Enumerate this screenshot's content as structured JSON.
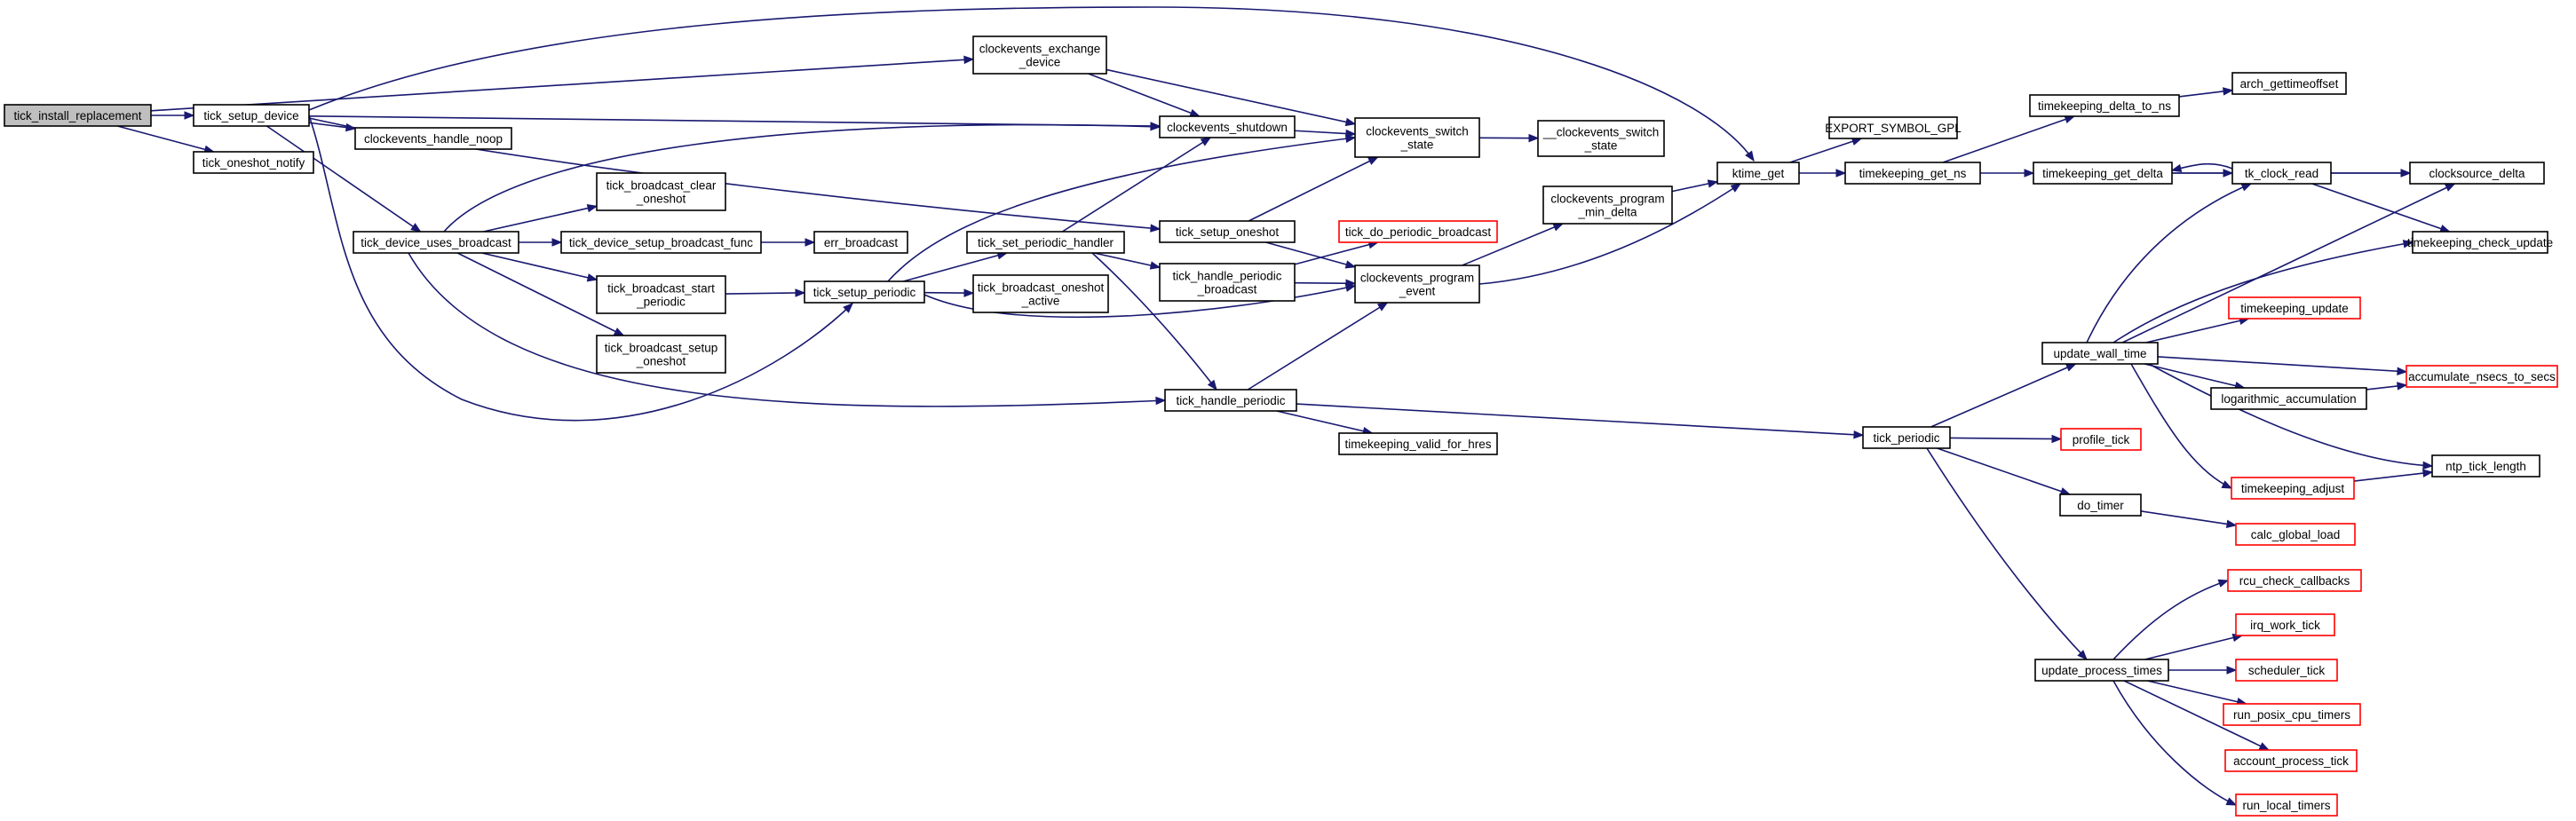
{
  "graph": {
    "title": "",
    "nodes": [
      {
        "id": "root",
        "lines": [
          "tick_install_replacement"
        ],
        "style": "root"
      },
      {
        "id": "tsd",
        "lines": [
          "tick_setup_device"
        ],
        "style": "normal"
      },
      {
        "id": "ton",
        "lines": [
          "tick_oneshot_notify"
        ],
        "style": "normal"
      },
      {
        "id": "ced",
        "lines": [
          "clockevents_exchange",
          "_device"
        ],
        "style": "normal"
      },
      {
        "id": "chn",
        "lines": [
          "clockevents_handle_noop"
        ],
        "style": "normal"
      },
      {
        "id": "csd",
        "lines": [
          "clockevents_shutdown"
        ],
        "style": "normal"
      },
      {
        "id": "css",
        "lines": [
          "clockevents_switch",
          "_state"
        ],
        "style": "normal"
      },
      {
        "id": "ucss",
        "lines": [
          "__clockevents_switch",
          "_state"
        ],
        "style": "normal"
      },
      {
        "id": "tdub",
        "lines": [
          "tick_device_uses_broadcast"
        ],
        "style": "normal"
      },
      {
        "id": "tbco",
        "lines": [
          "tick_broadcast_clear",
          "_oneshot"
        ],
        "style": "normal"
      },
      {
        "id": "tdsbf",
        "lines": [
          "tick_device_setup_broadcast_func"
        ],
        "style": "normal"
      },
      {
        "id": "eb",
        "lines": [
          "err_broadcast"
        ],
        "style": "normal"
      },
      {
        "id": "tbsp",
        "lines": [
          "tick_broadcast_start",
          "_periodic"
        ],
        "style": "normal"
      },
      {
        "id": "tbso",
        "lines": [
          "tick_broadcast_setup",
          "_oneshot"
        ],
        "style": "normal"
      },
      {
        "id": "tsp",
        "lines": [
          "tick_setup_periodic"
        ],
        "style": "normal"
      },
      {
        "id": "tsph",
        "lines": [
          "tick_set_periodic_handler"
        ],
        "style": "normal"
      },
      {
        "id": "tboa",
        "lines": [
          "tick_broadcast_oneshot",
          "_active"
        ],
        "style": "normal"
      },
      {
        "id": "tso",
        "lines": [
          "tick_setup_oneshot"
        ],
        "style": "normal"
      },
      {
        "id": "tdpb",
        "lines": [
          "tick_do_periodic_broadcast"
        ],
        "style": "ext"
      },
      {
        "id": "thpb",
        "lines": [
          "tick_handle_periodic",
          "_broadcast"
        ],
        "style": "normal"
      },
      {
        "id": "cpe",
        "lines": [
          "clockevents_program",
          "_event"
        ],
        "style": "normal"
      },
      {
        "id": "cpmd",
        "lines": [
          "clockevents_program",
          "_min_delta"
        ],
        "style": "normal"
      },
      {
        "id": "kg",
        "lines": [
          "ktime_get"
        ],
        "style": "normal"
      },
      {
        "id": "esg",
        "lines": [
          "EXPORT_SYMBOL_GPL"
        ],
        "style": "normal"
      },
      {
        "id": "tgn",
        "lines": [
          "timekeeping_get_ns"
        ],
        "style": "normal"
      },
      {
        "id": "tdtn",
        "lines": [
          "timekeeping_delta_to_ns"
        ],
        "style": "normal"
      },
      {
        "id": "ag",
        "lines": [
          "arch_gettimeoffset"
        ],
        "style": "normal"
      },
      {
        "id": "tgd",
        "lines": [
          "timekeeping_get_delta"
        ],
        "style": "normal"
      },
      {
        "id": "tcr",
        "lines": [
          "tk_clock_read"
        ],
        "style": "normal"
      },
      {
        "id": "cd",
        "lines": [
          "clocksource_delta"
        ],
        "style": "normal"
      },
      {
        "id": "tcu",
        "lines": [
          "timekeeping_check_update"
        ],
        "style": "normal"
      },
      {
        "id": "thp",
        "lines": [
          "tick_handle_periodic"
        ],
        "style": "normal"
      },
      {
        "id": "tvfh",
        "lines": [
          "timekeeping_valid_for_hres"
        ],
        "style": "normal"
      },
      {
        "id": "tp",
        "lines": [
          "tick_periodic"
        ],
        "style": "normal"
      },
      {
        "id": "uwt",
        "lines": [
          "update_wall_time"
        ],
        "style": "normal"
      },
      {
        "id": "tu",
        "lines": [
          "timekeeping_update"
        ],
        "style": "ext"
      },
      {
        "id": "anst",
        "lines": [
          "accumulate_nsecs_to_secs"
        ],
        "style": "ext"
      },
      {
        "id": "la",
        "lines": [
          "logarithmic_accumulation"
        ],
        "style": "normal"
      },
      {
        "id": "ta",
        "lines": [
          "timekeeping_adjust"
        ],
        "style": "ext"
      },
      {
        "id": "ntl",
        "lines": [
          "ntp_tick_length"
        ],
        "style": "normal"
      },
      {
        "id": "pt",
        "lines": [
          "profile_tick"
        ],
        "style": "ext"
      },
      {
        "id": "dt",
        "lines": [
          "do_timer"
        ],
        "style": "normal"
      },
      {
        "id": "cgl",
        "lines": [
          "calc_global_load"
        ],
        "style": "ext"
      },
      {
        "id": "upt",
        "lines": [
          "update_process_times"
        ],
        "style": "normal"
      },
      {
        "id": "rcc",
        "lines": [
          "rcu_check_callbacks"
        ],
        "style": "ext"
      },
      {
        "id": "iwt",
        "lines": [
          "irq_work_tick"
        ],
        "style": "ext"
      },
      {
        "id": "st",
        "lines": [
          "scheduler_tick"
        ],
        "style": "ext"
      },
      {
        "id": "rpct",
        "lines": [
          "run_posix_cpu_timers"
        ],
        "style": "ext"
      },
      {
        "id": "apt",
        "lines": [
          "account_process_tick"
        ],
        "style": "ext"
      },
      {
        "id": "rlt",
        "lines": [
          "run_local_timers"
        ],
        "style": "ext"
      }
    ],
    "edges": [
      [
        "root",
        "tsd"
      ],
      [
        "root",
        "ton"
      ],
      [
        "root",
        "ced"
      ],
      [
        "tsd",
        "chn"
      ],
      [
        "tsd",
        "csd"
      ],
      [
        "tsd",
        "tdub"
      ],
      [
        "tsd",
        "tsp"
      ],
      [
        "tsd",
        "tso"
      ],
      [
        "tsd",
        "kg"
      ],
      [
        "ced",
        "csd"
      ],
      [
        "ced",
        "css"
      ],
      [
        "csd",
        "css"
      ],
      [
        "css",
        "ucss"
      ],
      [
        "tdub",
        "csd"
      ],
      [
        "tdub",
        "tbco"
      ],
      [
        "tdub",
        "tdsbf"
      ],
      [
        "tdub",
        "tbsp"
      ],
      [
        "tdub",
        "tbso"
      ],
      [
        "tdub",
        "thp"
      ],
      [
        "tdsbf",
        "eb"
      ],
      [
        "tbsp",
        "tsp"
      ],
      [
        "tsp",
        "tsph"
      ],
      [
        "tsp",
        "tboa"
      ],
      [
        "tsp",
        "css"
      ],
      [
        "tsp",
        "cpe"
      ],
      [
        "tsph",
        "csd"
      ],
      [
        "tsph",
        "thpb"
      ],
      [
        "tsph",
        "thp"
      ],
      [
        "tso",
        "css"
      ],
      [
        "tso",
        "cpe"
      ],
      [
        "thpb",
        "tdpb"
      ],
      [
        "thpb",
        "cpe"
      ],
      [
        "cpe",
        "cpmd"
      ],
      [
        "cpe",
        "kg"
      ],
      [
        "cpmd",
        "kg"
      ],
      [
        "kg",
        "esg"
      ],
      [
        "kg",
        "tgn"
      ],
      [
        "tgn",
        "tdtn"
      ],
      [
        "tgn",
        "tgd"
      ],
      [
        "tdtn",
        "ag"
      ],
      [
        "tgd",
        "tcr"
      ],
      [
        "tgd",
        "cd"
      ],
      [
        "tcr",
        "tgd"
      ],
      [
        "tcr",
        "cd"
      ],
      [
        "tcr",
        "tcu"
      ],
      [
        "thp",
        "cpe"
      ],
      [
        "thp",
        "tvfh"
      ],
      [
        "thp",
        "tp"
      ],
      [
        "tp",
        "uwt"
      ],
      [
        "tp",
        "pt"
      ],
      [
        "tp",
        "dt"
      ],
      [
        "tp",
        "upt"
      ],
      [
        "uwt",
        "tcr"
      ],
      [
        "uwt",
        "cd"
      ],
      [
        "uwt",
        "tcu"
      ],
      [
        "uwt",
        "tu"
      ],
      [
        "uwt",
        "anst"
      ],
      [
        "uwt",
        "la"
      ],
      [
        "uwt",
        "ta"
      ],
      [
        "uwt",
        "ntl"
      ],
      [
        "la",
        "anst"
      ],
      [
        "ta",
        "ntl"
      ],
      [
        "dt",
        "cgl"
      ],
      [
        "upt",
        "rcc"
      ],
      [
        "upt",
        "iwt"
      ],
      [
        "upt",
        "st"
      ],
      [
        "upt",
        "rpct"
      ],
      [
        "upt",
        "apt"
      ],
      [
        "upt",
        "rlt"
      ]
    ]
  }
}
